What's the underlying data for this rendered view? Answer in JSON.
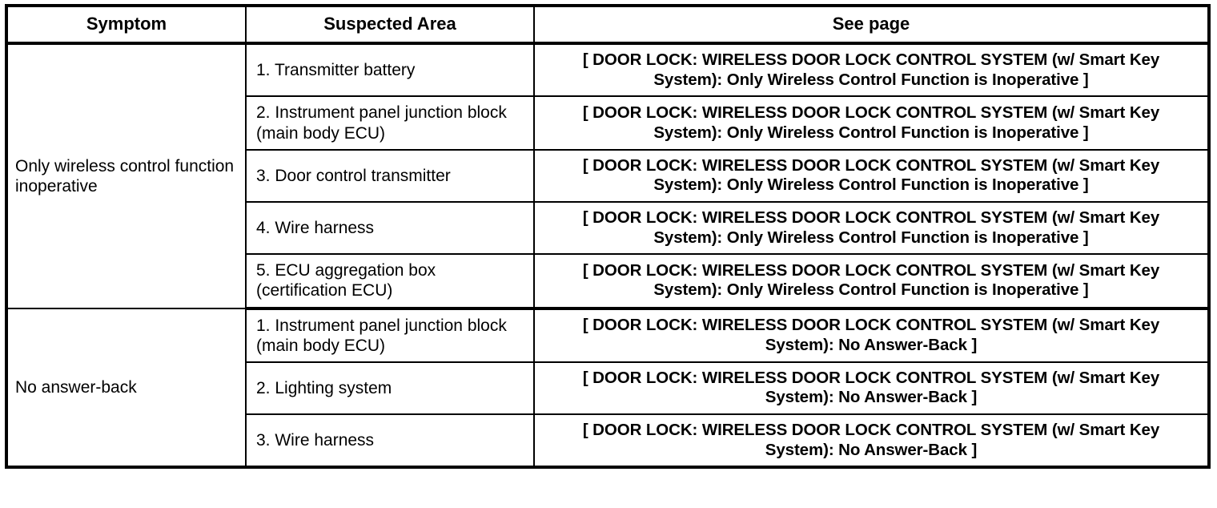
{
  "table": {
    "headers": [
      "Symptom",
      "Suspected Area",
      "See page"
    ],
    "groups": [
      {
        "symptom": "Only wireless control function inoperative",
        "rows": [
          {
            "area": "1. Transmitter battery",
            "page": "[ DOOR LOCK: WIRELESS DOOR LOCK CONTROL SYSTEM (w/ Smart Key System): Only Wireless Control Function is Inoperative ]"
          },
          {
            "area": "2. Instrument panel junction block (main body ECU)",
            "page": "[ DOOR LOCK: WIRELESS DOOR LOCK CONTROL SYSTEM (w/ Smart Key System): Only Wireless Control Function is Inoperative ]"
          },
          {
            "area": "3. Door control transmitter",
            "page": "[ DOOR LOCK: WIRELESS DOOR LOCK CONTROL SYSTEM (w/ Smart Key System): Only Wireless Control Function is Inoperative ]"
          },
          {
            "area": "4. Wire harness",
            "page": "[ DOOR LOCK: WIRELESS DOOR LOCK CONTROL SYSTEM (w/ Smart Key System): Only Wireless Control Function is Inoperative ]"
          },
          {
            "area": "5. ECU aggregation box (certification ECU)",
            "page": "[ DOOR LOCK: WIRELESS DOOR LOCK CONTROL SYSTEM (w/ Smart Key System): Only Wireless Control Function is Inoperative ]"
          }
        ]
      },
      {
        "symptom": "No answer-back",
        "rows": [
          {
            "area": "1. Instrument panel junction block (main body ECU)",
            "page": "[ DOOR LOCK: WIRELESS DOOR LOCK CONTROL SYSTEM (w/ Smart Key System): No Answer-Back ]"
          },
          {
            "area": "2. Lighting system",
            "page": "[ DOOR LOCK: WIRELESS DOOR LOCK CONTROL SYSTEM (w/ Smart Key System): No Answer-Back ]"
          },
          {
            "area": "3. Wire harness",
            "page": "[ DOOR LOCK: WIRELESS DOOR LOCK CONTROL SYSTEM (w/ Smart Key System): No Answer-Back ]"
          }
        ]
      }
    ]
  }
}
